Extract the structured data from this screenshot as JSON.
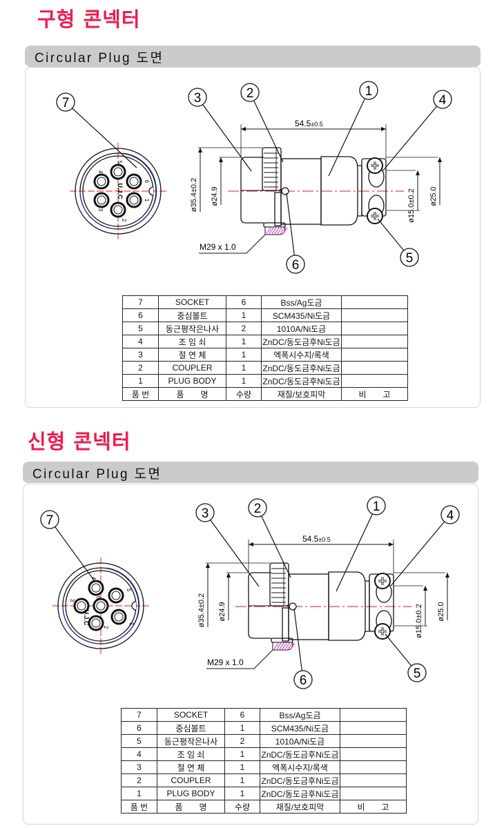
{
  "sections": [
    {
      "title": "구형 콘넥터",
      "header": "Circular Plug 도면",
      "drawing": {
        "callouts": [
          "1",
          "2",
          "3",
          "4",
          "5",
          "6",
          "7"
        ],
        "length": "54.5",
        "length_tol": "±0.5",
        "dia_outer": "ø35.4±0.2",
        "dia_inner": "ø24.9",
        "dia_cable": "ø15.0±0.2",
        "dia_clamp": "ø25.0",
        "thread": "M29 x 1.0",
        "marking": "U.J.C",
        "pins": [
          "5",
          "6",
          "1",
          "2",
          "3",
          "4"
        ]
      },
      "table": {
        "rows": [
          [
            "7",
            "SOCKET",
            "6",
            "Bss/Ag도금",
            ""
          ],
          [
            "6",
            "중심볼트",
            "1",
            "SCM435/Ni도금",
            ""
          ],
          [
            "5",
            "동근평작은나사",
            "2",
            "1010A/Ni도금",
            ""
          ],
          [
            "4",
            "조 임 쇠",
            "1",
            "ZnDC/동도금후Ni도금",
            ""
          ],
          [
            "3",
            "절 연 체",
            "1",
            "엑폭시수지/록색",
            ""
          ],
          [
            "2",
            "COUPLER",
            "1",
            "ZnDC/동도금후Ni도금",
            ""
          ],
          [
            "1",
            "PLUG BODY",
            "1",
            "ZnDC/동도금후Ni도금",
            ""
          ]
        ],
        "footer": [
          "품 번",
          "품　　명",
          "수량",
          "재질/보호피막",
          "비　　고"
        ]
      }
    },
    {
      "title": "신형 콘넥터",
      "header": "Circular Plug 도면",
      "drawing": {
        "callouts": [
          "1",
          "2",
          "3",
          "4",
          "5",
          "6",
          "7"
        ],
        "length": "54.5",
        "length_tol": "±0.5",
        "dia_outer": "ø35.4±0.2",
        "dia_inner": "ø24.9",
        "dia_cable": "ø15.0±0.2",
        "dia_clamp": "ø25.0",
        "thread": "M29 x 1.0",
        "marking": "U.J.C",
        "pins": [
          "4",
          "5",
          "6",
          "3",
          "1",
          "2"
        ]
      },
      "table": {
        "rows": [
          [
            "7",
            "SOCKET",
            "6",
            "Bss/Ag도금",
            ""
          ],
          [
            "6",
            "중심볼트",
            "1",
            "SCM435/Ni도금",
            ""
          ],
          [
            "5",
            "동근평작은나사",
            "2",
            "1010A/Ni도금",
            ""
          ],
          [
            "4",
            "조 임 쇠",
            "1",
            "ZnDC/동도금후Ni도금",
            ""
          ],
          [
            "3",
            "절 연 체",
            "1",
            "엑폭시수지/록색",
            ""
          ],
          [
            "2",
            "COUPLER",
            "1",
            "ZnDC/동도금후Ni도금",
            ""
          ],
          [
            "1",
            "PLUG BODY",
            "1",
            "ZnDC/동도금후Ni도금",
            ""
          ]
        ],
        "footer": [
          "품 번",
          "품　　명",
          "수량",
          "재질/보호피막",
          "비　　고"
        ]
      }
    }
  ],
  "colors": {
    "title": "#f2194a",
    "header_bg": "#cbcbcb",
    "centerline": "#f04040",
    "ring": "#2233cc",
    "hatch": "#e020e0"
  }
}
